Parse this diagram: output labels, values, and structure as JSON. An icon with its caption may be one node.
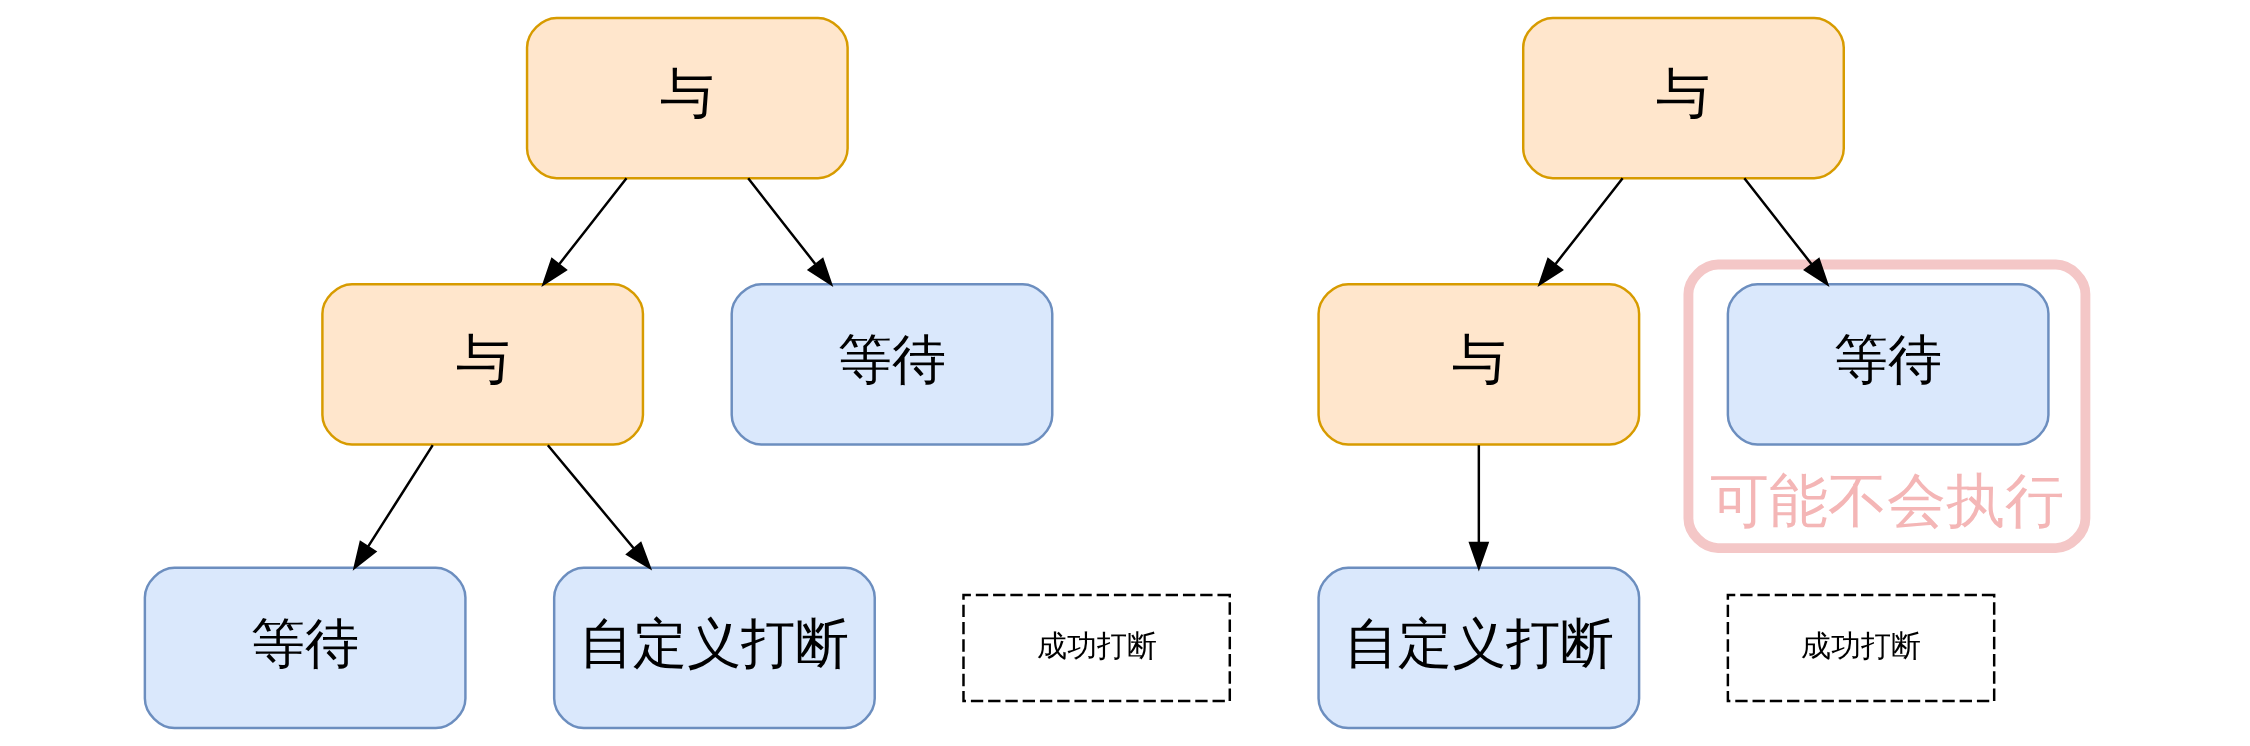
{
  "diagram": {
    "nodes": [
      {
        "text": [
          "与"
        ]
      },
      {
        "text": [
          "与"
        ]
      },
      {
        "text": [
          "等待"
        ]
      },
      {
        "text": [
          "等待"
        ]
      },
      {
        "text": [
          "自定义打断"
        ]
      },
      {
        "text": [
          "成功打断"
        ]
      },
      {
        "text": [
          "与"
        ]
      },
      {
        "text": [
          "与"
        ]
      },
      {
        "text": [
          "可能不会执行"
        ]
      },
      {
        "text": [
          "等待"
        ],
        "in": 8
      },
      {
        "text": [
          "自定义打断"
        ]
      },
      {
        "text": [
          "成功打断"
        ]
      }
    ],
    "edges": [
      {
        "from": 0,
        "to": 1,
        "arrow": "to"
      },
      {
        "from": 0,
        "to": 2,
        "arrow": "to"
      },
      {
        "from": 1,
        "to": 3,
        "arrow": "to"
      },
      {
        "from": 1,
        "to": 4,
        "arrow": "to"
      },
      {
        "from": 6,
        "to": 7,
        "arrow": "to"
      },
      {
        "from": 6,
        "to": 9,
        "arrow": "to"
      },
      {
        "from": 7,
        "to": 10,
        "arrow": "to"
      }
    ]
  }
}
